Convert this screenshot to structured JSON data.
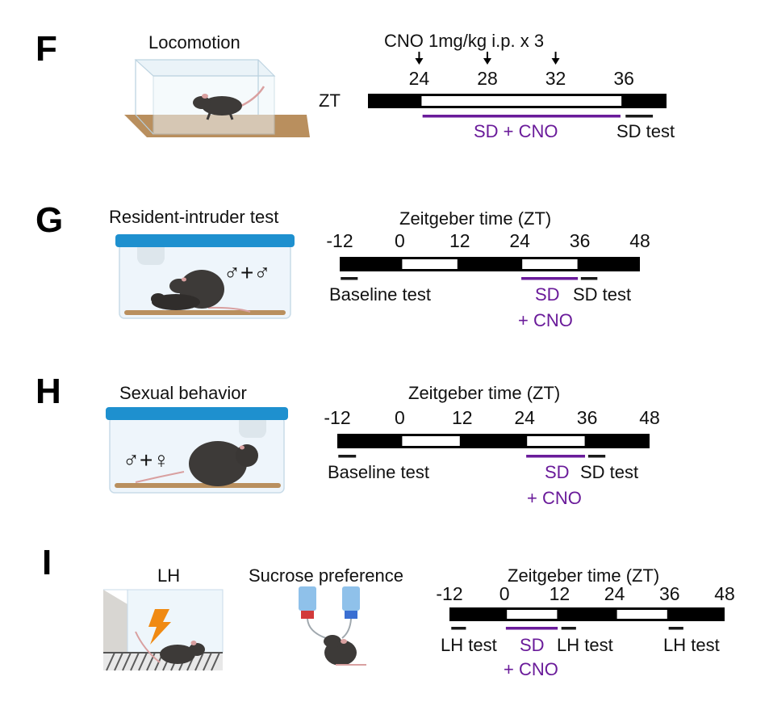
{
  "colors": {
    "dark_phase": "#000000",
    "light_phase": "#ffffff",
    "treatment": "#6a1b9a",
    "test_bar": "#1a1a1a",
    "cage_lid": "#1e90cf",
    "bedding": "#b98f5e",
    "arena_floor": "#b98f5e",
    "shock": "#f08a12",
    "bottle_left_cap": "#d23a3a",
    "bottle_right_cap": "#3a6fd2",
    "bottle": "#8fc1ea",
    "mouse": "#3d3a38",
    "mouse_skin": "#d9a0a0"
  },
  "panels": [
    {
      "letter": "F",
      "title": "Locomotion",
      "illustration": "open-field-arena-with-mouse",
      "timeline": {
        "axis_label": "ZT",
        "annotation": "CNO 1mg/kg i.p. x 3",
        "injection_times": [
          24,
          28,
          32
        ],
        "ticks": [
          24,
          28,
          32,
          36
        ],
        "range": [
          21,
          38.5
        ],
        "phases": [
          {
            "start": 21,
            "end": 24,
            "type": "dark"
          },
          {
            "start": 24,
            "end": 36,
            "type": "light"
          },
          {
            "start": 36,
            "end": 38.5,
            "type": "dark"
          }
        ],
        "treatment": {
          "start": 24.2,
          "end": 35.8,
          "label": "SD + CNO"
        },
        "tests": [
          {
            "start": 36.1,
            "end": 37.7,
            "label": "SD test"
          }
        ]
      }
    },
    {
      "letter": "G",
      "title": "Resident-intruder test",
      "illustration": "home-cage-two-males",
      "sex_symbols": "♂+♂",
      "timeline": {
        "axis_title": "Zeitgeber time (ZT)",
        "ticks": [
          -12,
          0,
          12,
          24,
          36,
          48
        ],
        "range": [
          -12,
          48
        ],
        "phases": [
          {
            "start": -12,
            "end": 0,
            "type": "dark"
          },
          {
            "start": 0,
            "end": 12,
            "type": "light"
          },
          {
            "start": 12,
            "end": 24,
            "type": "dark"
          },
          {
            "start": 24,
            "end": 36,
            "type": "light"
          },
          {
            "start": 36,
            "end": 48,
            "type": "dark"
          }
        ],
        "treatment": {
          "start": 24.3,
          "end": 35.6,
          "label": "SD",
          "label2": "+ CNO"
        },
        "tests": [
          {
            "start": -11.8,
            "end": -8.4,
            "label": "Baseline test"
          },
          {
            "start": 36.2,
            "end": 39.5,
            "label": "SD test"
          }
        ]
      }
    },
    {
      "letter": "H",
      "title": "Sexual behavior",
      "illustration": "home-cage-male-female",
      "sex_symbols": "♂+♀",
      "timeline": {
        "axis_title": "Zeitgeber time (ZT)",
        "ticks": [
          -12,
          0,
          12,
          24,
          36,
          48
        ],
        "range": [
          -12,
          48
        ],
        "phases": [
          {
            "start": -12,
            "end": 0,
            "type": "dark"
          },
          {
            "start": 0,
            "end": 12,
            "type": "light"
          },
          {
            "start": 12,
            "end": 24,
            "type": "dark"
          },
          {
            "start": 24,
            "end": 36,
            "type": "light"
          },
          {
            "start": 36,
            "end": 48,
            "type": "dark"
          }
        ],
        "treatment": {
          "start": 24.3,
          "end": 35.6,
          "label": "SD",
          "label2": "+ CNO"
        },
        "tests": [
          {
            "start": -11.8,
            "end": -8.4,
            "label": "Baseline test"
          },
          {
            "start": 36.2,
            "end": 39.5,
            "label": "SD test"
          }
        ]
      }
    },
    {
      "letter": "I",
      "title": "LH",
      "title2": "Sucrose preference",
      "illustration": "learned-helplessness-shock-box",
      "illustration2": "two-bottle-choice",
      "timeline": {
        "axis_title": "Zeitgeber time (ZT)",
        "ticks": [
          -12,
          0,
          12,
          24,
          36,
          48
        ],
        "range": [
          -12,
          48
        ],
        "phases": [
          {
            "start": -12,
            "end": 0,
            "type": "dark"
          },
          {
            "start": 0,
            "end": 12,
            "type": "light"
          },
          {
            "start": 12,
            "end": 24,
            "type": "dark"
          },
          {
            "start": 24,
            "end": 36,
            "type": "light"
          },
          {
            "start": 36,
            "end": 48,
            "type": "dark"
          }
        ],
        "treatment": {
          "start": 0.3,
          "end": 11.6,
          "label": "SD",
          "label2": "+ CNO"
        },
        "tests": [
          {
            "start": -11.6,
            "end": -8.4,
            "label": "LH test"
          },
          {
            "start": 12.4,
            "end": 15.6,
            "label": "LH test"
          },
          {
            "start": 35.8,
            "end": 39.0,
            "label": "LH test"
          }
        ]
      }
    }
  ]
}
